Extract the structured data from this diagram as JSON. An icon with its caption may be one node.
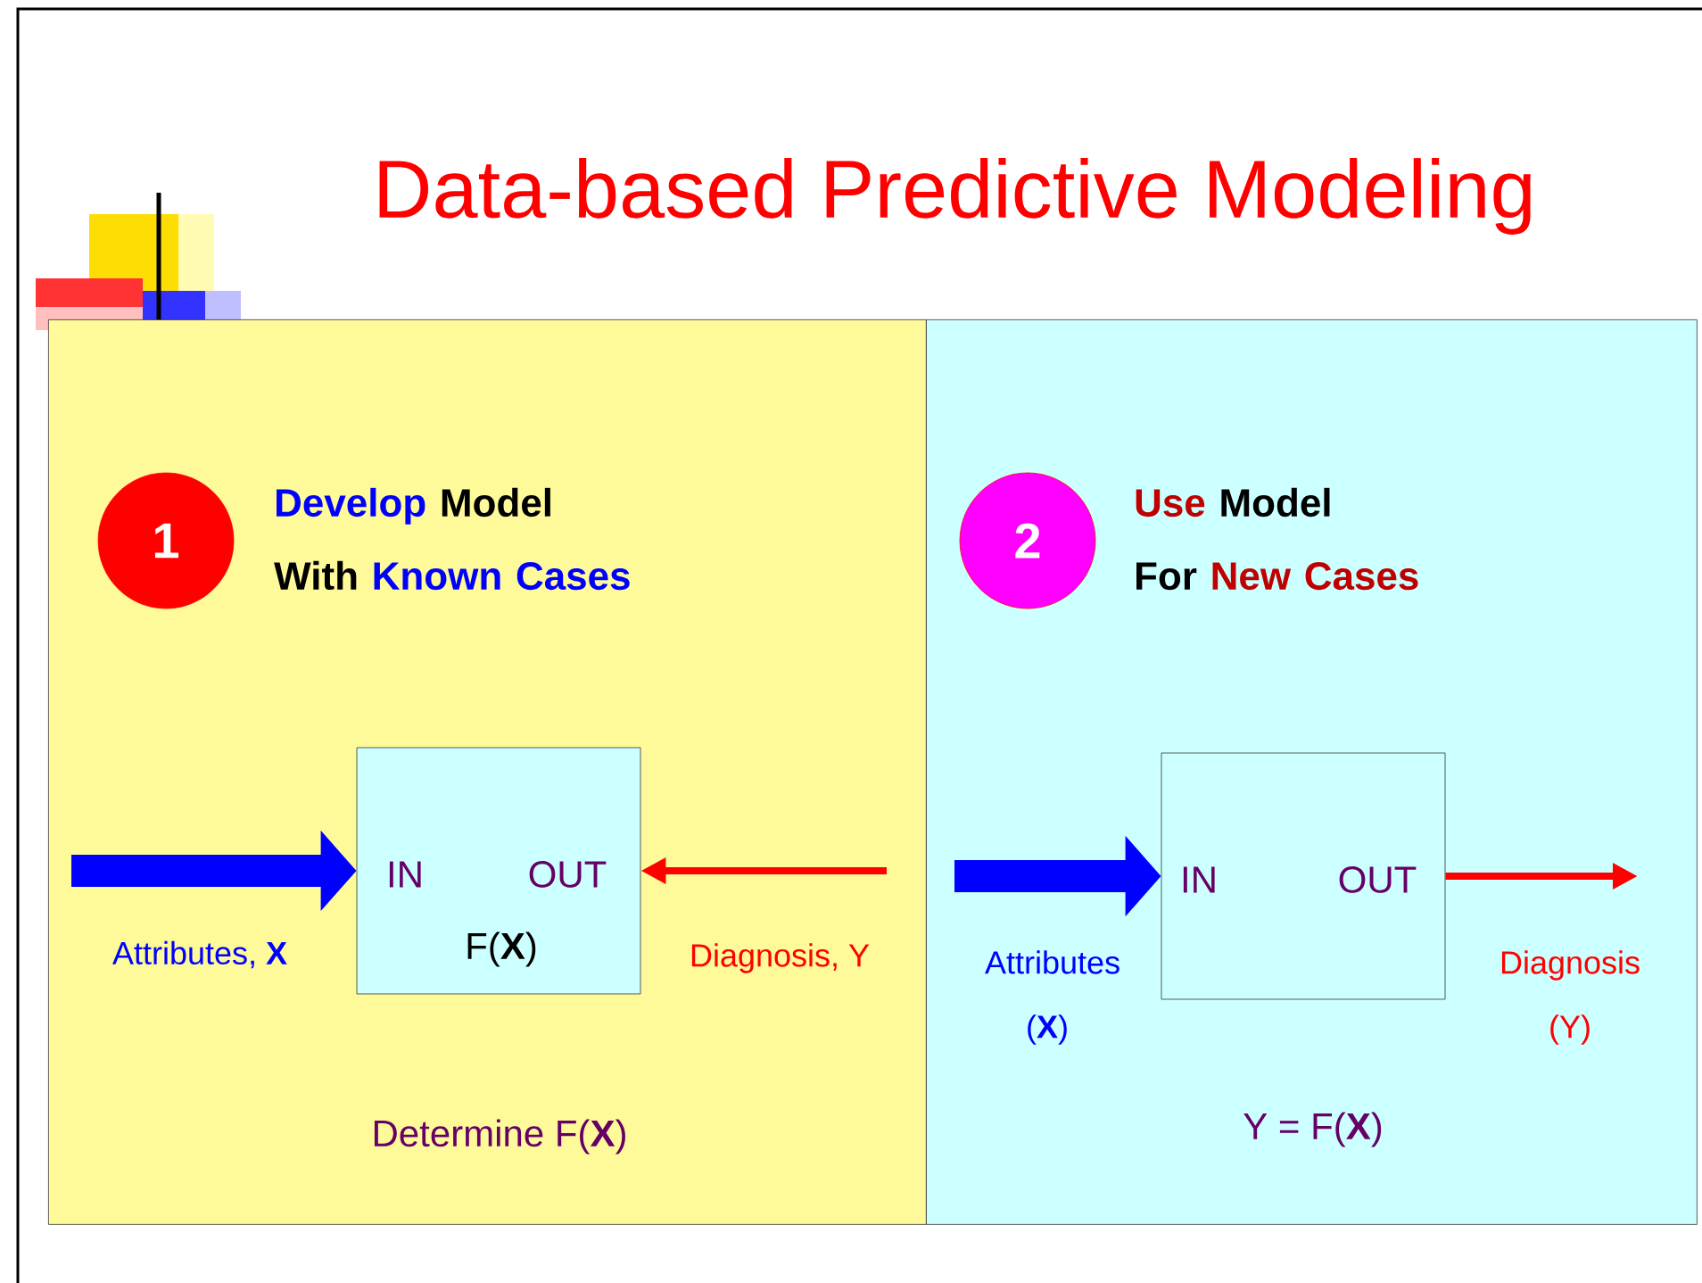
{
  "diagram": {
    "title": "Data-based Predictive Modeling",
    "nodes": [
      {
        "text": [
          "Develop Model With Known Cases",
          "Determine F(**X**)"
        ]
      },
      {
        "text": [
          "1"
        ],
        "in": 0
      },
      {
        "text": [
          "IN",
          "OUT",
          "F(**X**)"
        ],
        "in": 0
      },
      {
        "text": [
          "Use Model For New Cases",
          "Y = F(**X**)"
        ]
      },
      {
        "text": [
          "2"
        ],
        "in": 3
      },
      {
        "text": [
          "IN",
          "OUT"
        ],
        "in": 3
      }
    ],
    "edges": [
      {
        "from": null,
        "to": 2,
        "arrow": "to",
        "label": "Attributes, **X**",
        "style": "thick",
        "color": "#0000ff"
      },
      {
        "from": null,
        "to": 2,
        "arrow": "to",
        "label": "Diagnosis, Y",
        "color": "#ff0000"
      },
      {
        "from": null,
        "to": 5,
        "arrow": "to",
        "label": "Attributes (**X**)",
        "style": "thick",
        "color": "#0000ff"
      },
      {
        "from": 5,
        "to": null,
        "arrow": "to",
        "label": "Diagnosis (Y)",
        "color": "#ff0000"
      }
    ]
  }
}
